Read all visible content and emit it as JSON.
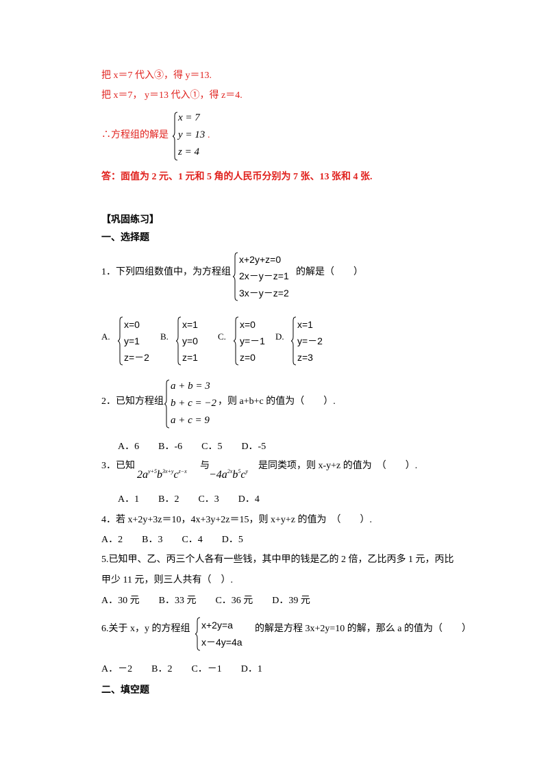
{
  "solution": {
    "line1": "把 x＝7 代入③，得 y＝13.",
    "line2": "把 x＝7， y＝13 代入①，得 z＝4.",
    "conclusion_prefix": "∴方程组的解是",
    "solution_system": [
      "x = 7",
      "y = 13",
      "z = 4"
    ],
    "conclusion_suffix": ".",
    "answer": "答：面值为 2 元、1 元和 5 角的人民币分别为 7 张、13 张和 4 张."
  },
  "practice": {
    "heading": "【巩固练习】",
    "section1": "一、选择题",
    "section2": "二、填空题"
  },
  "q1": {
    "prefix": "1．下列四组数值中，为方程组",
    "system": [
      "x+2y+z=0",
      "2x－y－z=1",
      "3x－y－z=2"
    ],
    "suffix": "的解是（　　）",
    "options": [
      {
        "label": "A.",
        "rows": [
          "x=0",
          "y=1",
          "z=－2"
        ]
      },
      {
        "label": "B.",
        "rows": [
          "x=1",
          "y=0",
          "z=1"
        ]
      },
      {
        "label": "C.",
        "rows": [
          "x=0",
          "y=－1",
          "z=0"
        ]
      },
      {
        "label": "D.",
        "rows": [
          "x=1",
          "y=－2",
          "z=3"
        ]
      }
    ]
  },
  "q2": {
    "prefix": "2．已知方程组",
    "system": [
      "a + b = 3",
      "b + c = −2",
      "a + c = 9"
    ],
    "suffix": "，则 a+b+c 的值为（　　）.",
    "options": "A．6　　B．-6　　C．5　　D．-5"
  },
  "q3": {
    "prefix": "3．已知",
    "term1": {
      "coef": "2",
      "a": "a",
      "a_exp": "y+5",
      "b": "b",
      "b_exp": "3x+y",
      "c": "c",
      "c_exp": "z−x"
    },
    "connector": "与",
    "term2": {
      "coef": "−4",
      "a": "a",
      "a_exp": "2x",
      "b": "b",
      "b_exp": "5",
      "c": "c",
      "c_exp": "y"
    },
    "suffix": "是同类项，则 x-y+z 的值为　（　　）.",
    "options": "A．1　　B．2　　C．3　　D．4"
  },
  "q4": {
    "text": "4．若 x+2y+3z＝10，4x+3y+2z＝15，则 x+y+z 的值为　（　　）.",
    "options": "A．2　　B．3　　C．4　　D．5"
  },
  "q5": {
    "line1": "5.已知甲、乙、丙三个人各有一些钱，其中甲的钱是乙的 2 倍，乙比丙多 1 元，丙比",
    "line2": "甲少 11 元，则三人共有（　）.",
    "options": "A．30 元　　B．33 元　　C．36 元　　D．39 元"
  },
  "q6": {
    "prefix": "6.关于 x，y 的方程组",
    "system": [
      "x+2y=a",
      "x－4y=4a"
    ],
    "suffix": "的解是方程 3x+2y=10 的解，那么 a 的值为（　　）",
    "options": "A．－2　　B．2　　C．－1　　D．1"
  },
  "colors": {
    "answer_red": "#e0201c",
    "text": "#000000"
  }
}
